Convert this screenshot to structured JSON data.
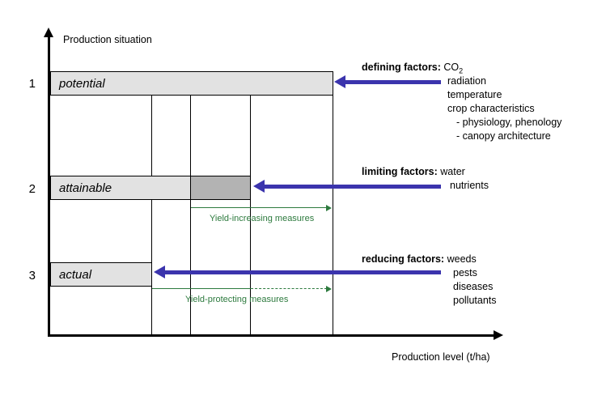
{
  "diagram": {
    "title_y_axis": "Production situation",
    "title_x_axis": "Production level (t/ha)",
    "levels": [
      {
        "number": "1",
        "label": "potential"
      },
      {
        "number": "2",
        "label": "attainable"
      },
      {
        "number": "3",
        "label": "actual"
      }
    ],
    "factor_groups": [
      {
        "heading": "defining factors:",
        "first_item": "CO",
        "first_item_sub": "2",
        "items": [
          "radiation",
          "temperature",
          "crop characteristics",
          "- physiology, phenology",
          "- canopy architecture"
        ]
      },
      {
        "heading": "limiting factors:",
        "first_item": "water",
        "first_item_sub": "",
        "items": [
          "nutrients"
        ]
      },
      {
        "heading": "reducing factors:",
        "first_item": "weeds",
        "first_item_sub": "",
        "items": [
          "pests",
          "diseases",
          "pollutants"
        ]
      }
    ],
    "measures": [
      {
        "label": "Yield-increasing measures"
      },
      {
        "label": "Yield-protecting measures"
      }
    ],
    "colors": {
      "arrow_blue": "#3b34ad",
      "measure_green": "#2d7a3e",
      "box_light_grey": "#e2e2e2",
      "box_dark_grey": "#b3b3b3",
      "axis_black": "#000000"
    }
  }
}
